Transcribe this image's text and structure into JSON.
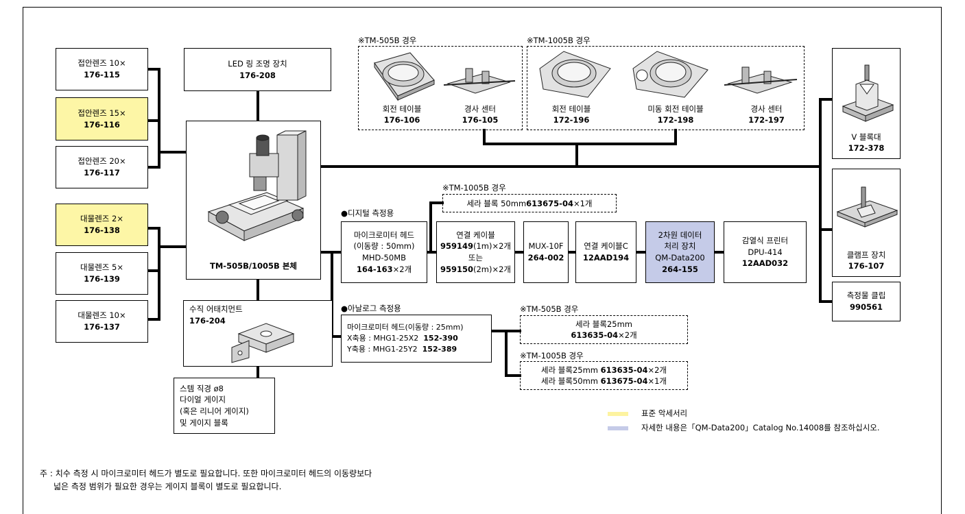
{
  "eyepiece_10x": {
    "name": "접안렌즈 10×",
    "code": "176-115"
  },
  "eyepiece_15x": {
    "name": "접안렌즈 15×",
    "code": "176-116"
  },
  "eyepiece_20x": {
    "name": "접안렌즈 20×",
    "code": "176-117"
  },
  "objective_2x": {
    "name": "대물렌즈 2×",
    "code": "176-138"
  },
  "objective_5x": {
    "name": "대물렌즈 5×",
    "code": "176-139"
  },
  "objective_10x": {
    "name": "대물렌즈 10×",
    "code": "176-137"
  },
  "led": {
    "name": "LED 링 조명 장치",
    "code": "176-208"
  },
  "main_body": {
    "name": "TM-505B/1005B 본체"
  },
  "vertical_attachment": {
    "name": "수직 어태치먼트",
    "code": "176-204"
  },
  "stem_gauge": {
    "line1": "스템 직경 ø8",
    "line2": "다이얼 게이지",
    "line3": "(혹은 리니어 게이지)",
    "line4": "및 게이지 블록"
  },
  "group_505": {
    "title": "※TM-505B 경우",
    "rotary": {
      "name": "회전 테이블",
      "code": "176-106"
    },
    "tilt": {
      "name": "경사 센터",
      "code": "176-105"
    }
  },
  "group_1005": {
    "title": "※TM-1005B 경우",
    "rotary": {
      "name": "회전 테이블",
      "code": "172-196"
    },
    "fine_rotary": {
      "name": "미동 회전 테이블",
      "code": "172-198"
    },
    "tilt": {
      "name": "경사 센터",
      "code": "172-197"
    }
  },
  "v_block": {
    "name": "V 블록대",
    "code": "172-378"
  },
  "clamp": {
    "name": "클램프 장치",
    "code": "176-107"
  },
  "clip": {
    "name": "측정물 클립",
    "code": "990561"
  },
  "digital": {
    "title": "●디지털 측정용",
    "note_title": "※TM-1005B 경우",
    "note_text": "세라 블록 50mm ",
    "note_code": "613675-04",
    "note_qty": "×1개",
    "head": {
      "l1": "마이크로미터 헤드",
      "l2": "(이동량 : 50mm)",
      "l3": "MHD-50MB",
      "code": "164-163",
      "qty": "×2개"
    },
    "cable": {
      "l1": "연결 케이블",
      "c1": "959149",
      "q1": "(1m)×2개",
      "or": "또는",
      "c2": "959150",
      "q2": "(2m)×2개"
    },
    "mux": {
      "name": "MUX-10F",
      "code": "264-002"
    },
    "cablec": {
      "name": "연결 케이블C",
      "code": "12AAD194"
    },
    "qm": {
      "l1": "2차원 데이터",
      "l2": "처리 장치",
      "l3": "QM-Data200",
      "code": "264-155"
    },
    "printer": {
      "l1": "감열식 프린터",
      "l2": "DPU-414",
      "code": "12AAD032"
    }
  },
  "analog": {
    "title": "●아날로그 측정용",
    "head": {
      "l1": "마이크로미터 헤드(이동량 : 25mm)",
      "x_label": "X축용 : MHG1-25X2",
      "x_code": "152-390",
      "y_label": "Y축용 : MHG1-25Y2",
      "y_code": "152-389"
    },
    "note505": {
      "title": "※TM-505B 경우",
      "l1": "세라 블록25mm",
      "code": "613635-04",
      "qty": "×2개"
    },
    "note1005": {
      "title": "※TM-1005B 경우",
      "l1": "세라 블록25mm ",
      "code1": "613635-04",
      "qty1": "×2개",
      "l2": "세라 블록50mm ",
      "code2": "613675-04",
      "qty2": "×1개"
    }
  },
  "legend": {
    "standard": "표준 악세서리",
    "detail": "자세한 내용은「QM-Data200」Catalog No.14008를 참조하십시오.",
    "yellow": "#fdf3a0",
    "blue": "#c5cbe8"
  },
  "footnote": {
    "line1": "주 : 치수 측정 시 마이크로미터 헤드가 별도로 필요합니다. 또한 마이크로미터 헤드의 이동량보다",
    "line2": "넓은 측정 범위가 필요한 경우는 게이지 블록이 별도로 필요합니다."
  },
  "colors": {
    "yellow": "#fdf6a6",
    "blue": "#c5cbe8"
  }
}
